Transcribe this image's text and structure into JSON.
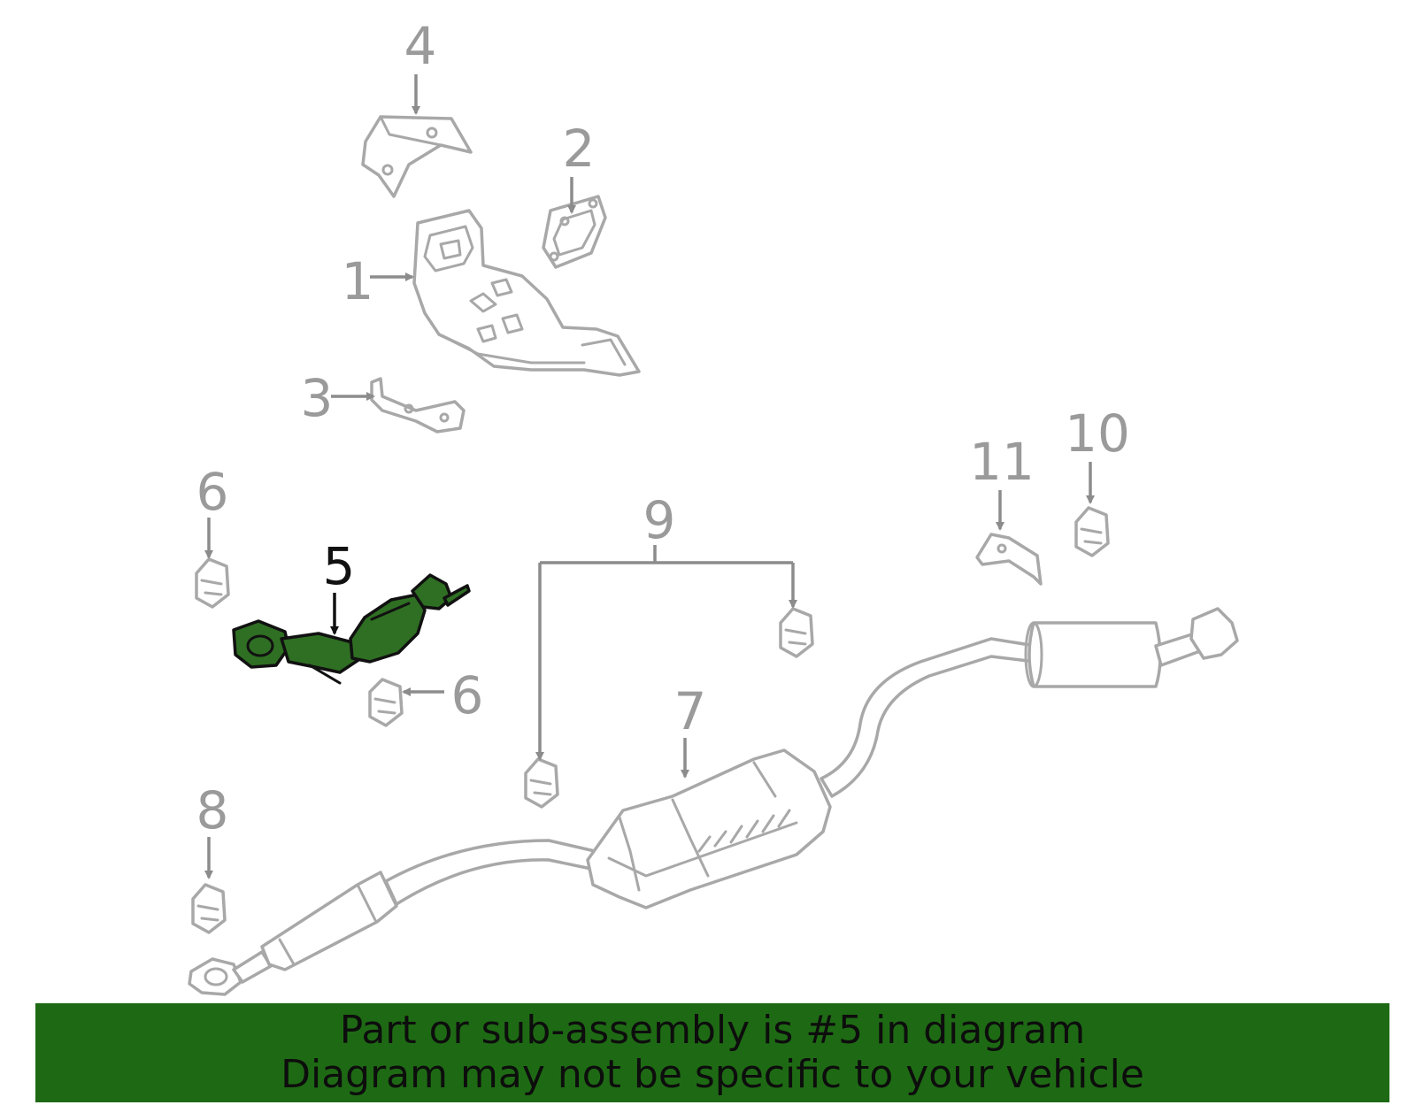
{
  "callouts": {
    "c1": "1",
    "c2": "2",
    "c3": "3",
    "c4": "4",
    "c5": "5",
    "c6a": "6",
    "c6b": "6",
    "c7": "7",
    "c8": "8",
    "c9": "9",
    "c10": "10",
    "c11": "11"
  },
  "highlighted_part": "5",
  "banner": {
    "line1": "Part or sub-assembly is #5 in diagram",
    "line2": "Diagram may not be specific to your vehicle"
  },
  "colors": {
    "highlight_fill": "#2f6f23",
    "banner_background": "#1e6a14",
    "part_outline": "#a8a8a8",
    "callout_text": "#9a9a9a"
  }
}
